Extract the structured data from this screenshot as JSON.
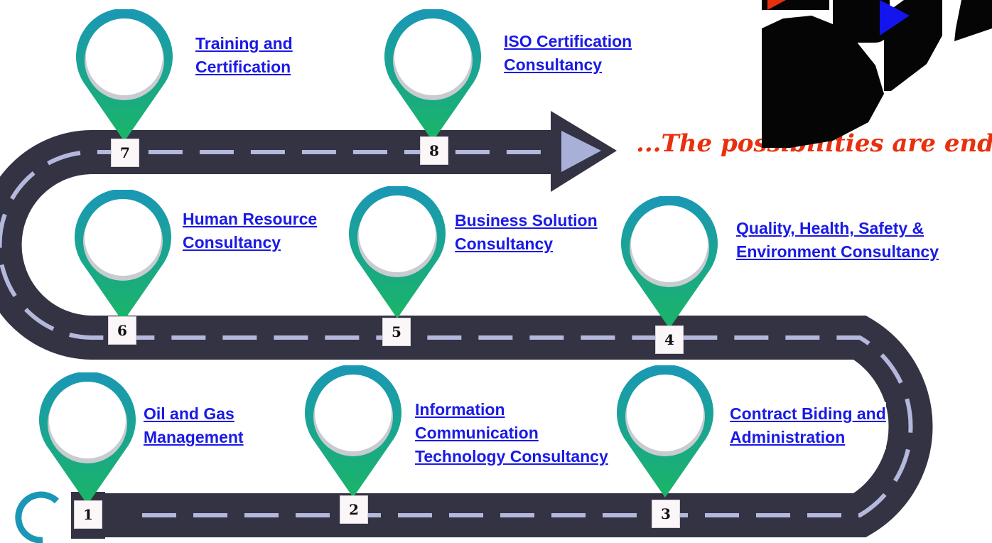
{
  "tagline": "...The possibilities are endless",
  "steps": [
    {
      "number": "1",
      "line1": "Oil and Gas",
      "line2": "Management",
      "line3": ""
    },
    {
      "number": "2",
      "line1": "Information",
      "line2": "Communication",
      "line3": "Technology Consultancy"
    },
    {
      "number": "3",
      "line1": "Contract Biding and",
      "line2": "Administration",
      "line3": ""
    },
    {
      "number": "4",
      "line1": "Quality, Health, Safety &",
      "line2": "Environment Consultancy",
      "line3": ""
    },
    {
      "number": "5",
      "line1": "Business Solution",
      "line2": "Consultancy",
      "line3": ""
    },
    {
      "number": "6",
      "line1": "Human Resource",
      "line2": "Consultancy",
      "line3": ""
    },
    {
      "number": "7",
      "line1": "Training and",
      "line2": "Certification",
      "line3": ""
    },
    {
      "number": "8",
      "line1": "ISO Certification",
      "line2": "Consultancy",
      "line3": ""
    }
  ],
  "colors": {
    "road": "#343344",
    "dash": "#b4b8dc",
    "arrow_head": "#a9b0d8",
    "pin_top": "#1a97b6",
    "pin_bottom": "#1ab566",
    "link": "#1a1ae6",
    "tagline": "#e8300e",
    "logo_accent_red": "#e8300e",
    "logo_accent_blue": "#1414ee"
  }
}
